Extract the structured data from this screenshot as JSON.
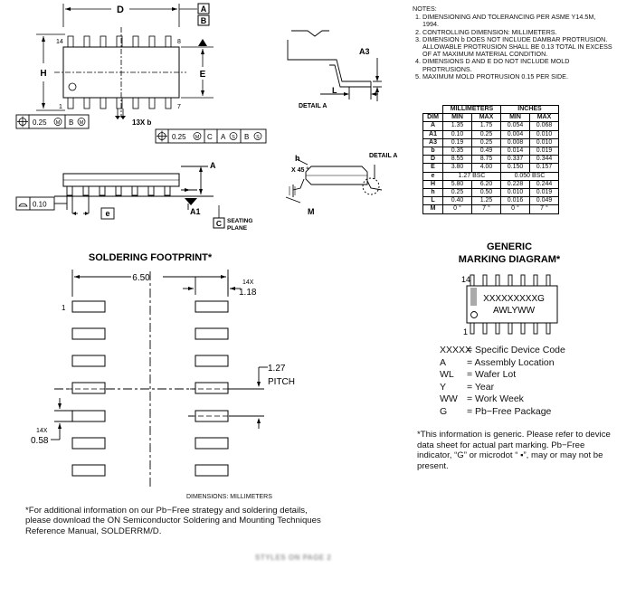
{
  "top_view": {
    "d_label": "D",
    "a_datum": "A",
    "b_datum": "B",
    "pin14": "14",
    "pin8": "8",
    "pin1": "1",
    "pin7": "7",
    "h_label": "H",
    "e_label": "E",
    "fcf1": {
      "value": "0.25",
      "m": "M",
      "datum": "B",
      "m2": "M"
    },
    "b_callout": "13X b",
    "fcf2": {
      "value": "0.25",
      "m": "M",
      "c": "C",
      "a": "A",
      "s1": "S",
      "b": "B",
      "s2": "S"
    }
  },
  "detail_a_top": {
    "a3": "A3",
    "l": "L",
    "caption": "DETAIL A"
  },
  "notes": {
    "header": "NOTES:",
    "items": [
      "DIMENSIONING AND TOLERANCING PER ASME Y14.5M, 1994.",
      "CONTROLLING DIMENSION: MILLIMETERS.",
      "DIMENSION b DOES NOT INCLUDE DAMBAR PROTRUSION. ALLOWABLE PROTRUSION SHALL BE 0.13 TOTAL IN EXCESS OF AT MAXIMUM MATERIAL CONDITION.",
      "DIMENSIONS D AND E DO NOT INCLUDE MOLD PROTRUSIONS.",
      "MAXIMUM MOLD PROTRUSION 0.15 PER SIDE."
    ]
  },
  "table": {
    "h_mm": "MILLIMETERS",
    "h_in": "INCHES",
    "h_dim": "DIM",
    "h_min": "MIN",
    "h_max": "MAX",
    "rows": [
      [
        "A",
        "1.35",
        "1.75",
        "0.054",
        "0.068"
      ],
      [
        "A1",
        "0.10",
        "0.25",
        "0.004",
        "0.010"
      ],
      [
        "A3",
        "0.19",
        "0.25",
        "0.008",
        "0.010"
      ],
      [
        "b",
        "0.35",
        "0.49",
        "0.014",
        "0.019"
      ],
      [
        "D",
        "8.55",
        "8.75",
        "0.337",
        "0.344"
      ],
      [
        "E",
        "3.80",
        "4.00",
        "0.150",
        "0.157"
      ],
      [
        "e",
        "1.27 BSC",
        "",
        "0.050 BSC",
        ""
      ],
      [
        "H",
        "5.80",
        "6.20",
        "0.228",
        "0.244"
      ],
      [
        "h",
        "0.25",
        "0.50",
        "0.010",
        "0.019"
      ],
      [
        "L",
        "0.40",
        "1.25",
        "0.016",
        "0.049"
      ],
      [
        "M",
        "0 °",
        "7 °",
        "0 °",
        "7 °"
      ]
    ]
  },
  "side_view": {
    "a": "A",
    "a1": "A1",
    "flatness": "0.10",
    "e": "e",
    "c": "C",
    "seating": "SEATING",
    "plane": "PLANE"
  },
  "end_view": {
    "h": "h",
    "x45": "X 45 °",
    "m": "M",
    "detail_a": "DETAIL A"
  },
  "footprint": {
    "title": "SOLDERING FOOTPRINT*",
    "width": "6.50",
    "pad_count_top": "14X",
    "pad_len": "1.18",
    "pin1": "1",
    "pitch_val": "1.27",
    "pitch": "PITCH",
    "pad_count_left": "14X",
    "pad_w": "0.58",
    "dim_note": "DIMENSIONS: MILLIMETERS",
    "footnote": "*For additional information on our Pb−Free strategy and soldering details, please download the ON Semiconductor Soldering and Mounting Techniques Reference Manual, SOLDERRM/D."
  },
  "marking": {
    "title1": "GENERIC",
    "title2": "MARKING DIAGRAM*",
    "pin14": "14",
    "pin1": "1",
    "line1": "XXXXXXXXXG",
    "line2": "AWLYWW",
    "legend": [
      {
        "code": "XXXXX",
        "desc": "= Specific Device Code"
      },
      {
        "code": "A",
        "desc": "= Assembly Location"
      },
      {
        "code": "WL",
        "desc": "= Wafer Lot"
      },
      {
        "code": "Y",
        "desc": "= Year"
      },
      {
        "code": "WW",
        "desc": "= Work Week"
      },
      {
        "code": "G",
        "desc": "= Pb−Free Package"
      }
    ],
    "note": "*This information is generic. Please refer to device data sheet for actual part marking. Pb−Free indicator, “G” or microdot “ ▪”, may or may not be present."
  },
  "footer": "STYLES ON PAGE 2"
}
